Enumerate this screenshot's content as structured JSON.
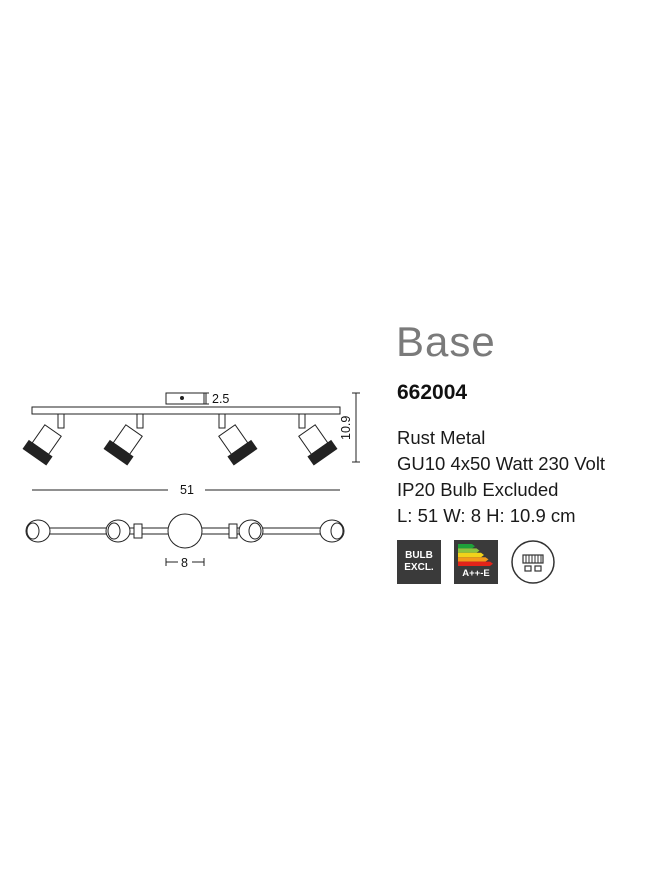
{
  "product": {
    "name": "Base",
    "code": "662004",
    "specs": [
      "Rust Metal",
      "GU10 4x50 Watt 230 Volt",
      "IP20 Bulb Excluded",
      "L: 51 W: 8 H: 10.9 cm"
    ]
  },
  "dimensions": {
    "length": "51",
    "width": "8",
    "height": "10.9",
    "base_height": "2.5"
  },
  "badges": {
    "bulb_line1": "BULB",
    "bulb_line2": "EXCL.",
    "energy_label": "A++-E",
    "energy_bar_colors": [
      "#1fa23a",
      "#8cc43f",
      "#f1d31a",
      "#f39a1b",
      "#e2231a"
    ],
    "dimmer_icon": "non-dimmable-icon"
  }
}
